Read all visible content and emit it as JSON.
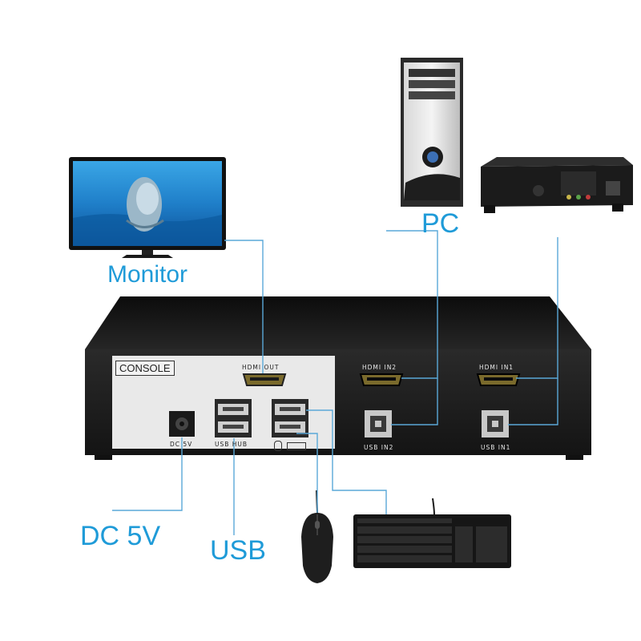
{
  "labels": {
    "monitor": "Monitor",
    "pc": "PC",
    "dc": "DC 5V",
    "usb": "USB"
  },
  "panel": {
    "console": "CONSOLE",
    "hdmi_out": "HDMI OUT",
    "dc_5v": "DC 5V",
    "usb_hub": "USB HUB",
    "hdmi_in2": "HDMI IN2",
    "hdmi_in1": "HDMI IN1",
    "usb_in2": "USB IN2",
    "usb_in1": "USB IN1"
  },
  "colors": {
    "accent": "#1f9bd8",
    "line": "#5aa8d8",
    "panel": "#1a1a1a",
    "console_panel": "#e9e9e9"
  }
}
